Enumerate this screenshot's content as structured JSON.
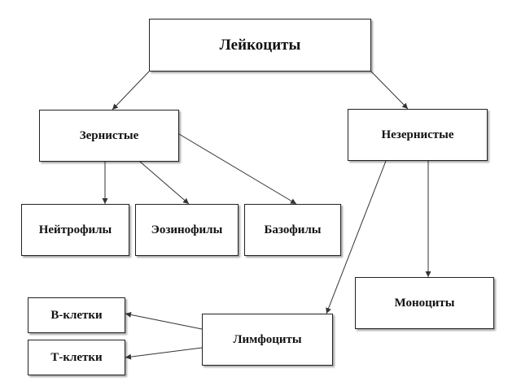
{
  "diagram": {
    "nodes": {
      "leukocytes": "Лейкоциты",
      "granular": "Зернистые",
      "agranular": "Незернистые",
      "neutrophils": "Нейтрофилы",
      "eosinophils": "Эозинофилы",
      "basophils": "Базофилы",
      "monocytes": "Моноциты",
      "lymphocytes": "Лимфоциты",
      "b_cells": "В-клетки",
      "t_cells": "Т-клетки"
    },
    "edges": [
      [
        "leukocytes",
        "granular"
      ],
      [
        "leukocytes",
        "agranular"
      ],
      [
        "granular",
        "neutrophils"
      ],
      [
        "granular",
        "eosinophils"
      ],
      [
        "granular",
        "basophils"
      ],
      [
        "agranular",
        "lymphocytes"
      ],
      [
        "agranular",
        "monocytes"
      ],
      [
        "lymphocytes",
        "b_cells"
      ],
      [
        "lymphocytes",
        "t_cells"
      ]
    ]
  }
}
